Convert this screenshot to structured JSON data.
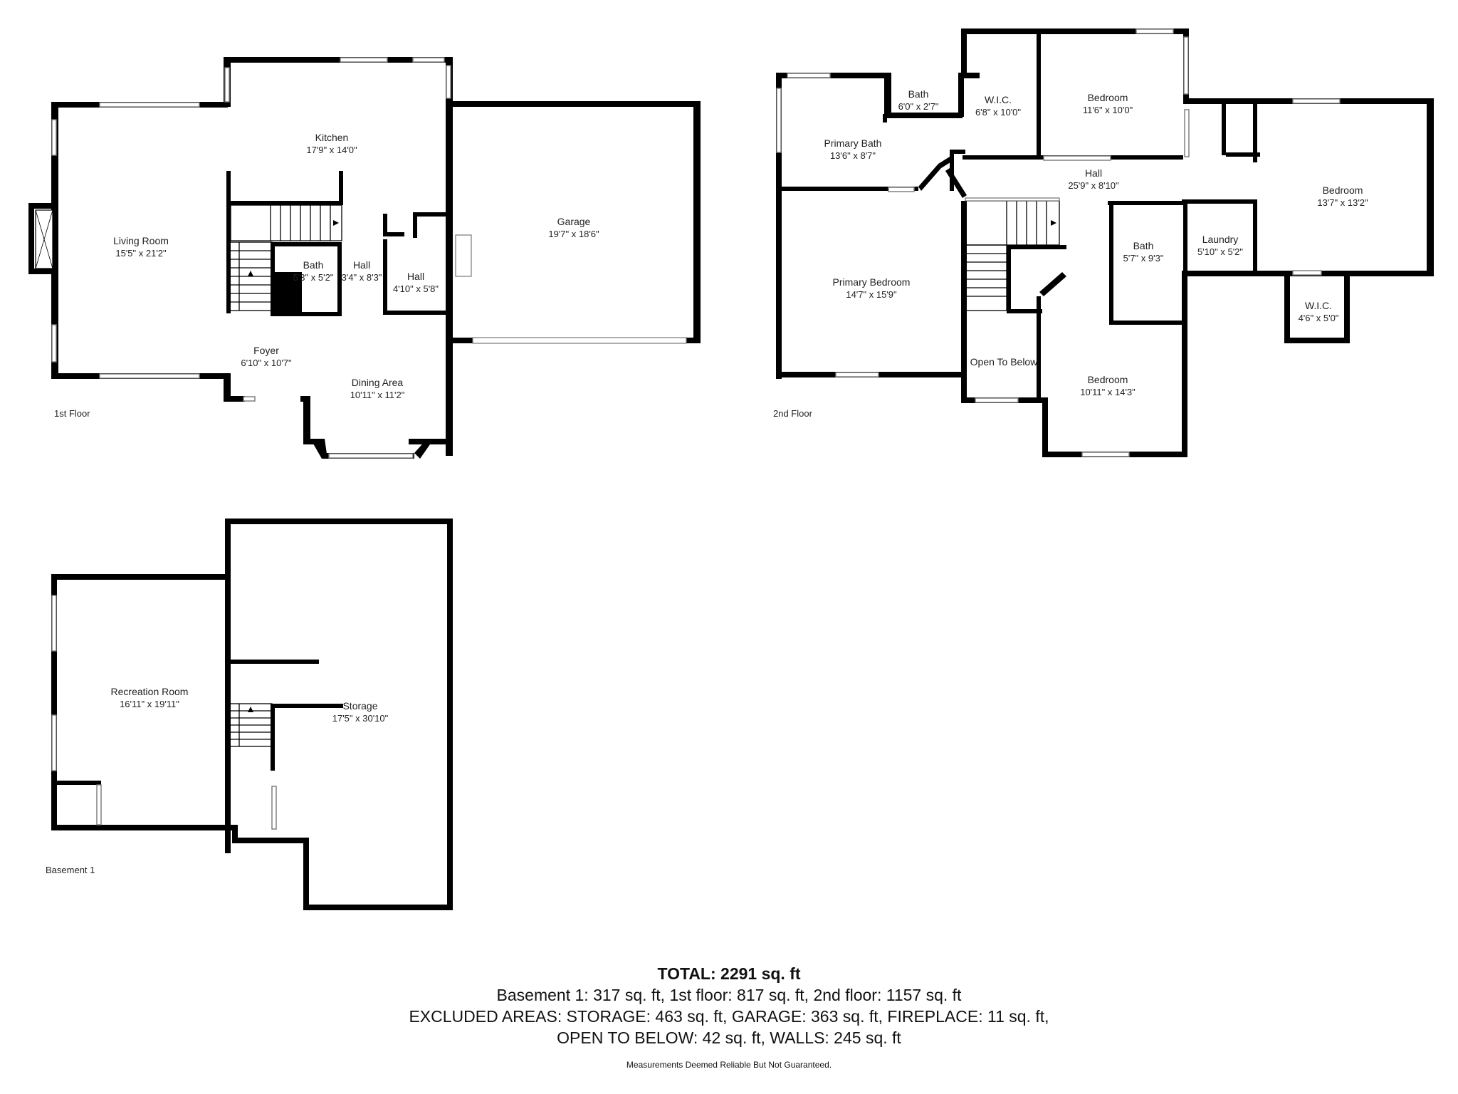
{
  "floors": {
    "first": {
      "label": "1st Floor",
      "rooms": {
        "living_room": {
          "name": "Living Room",
          "dim": "15'5\" x 21'2\""
        },
        "kitchen": {
          "name": "Kitchen",
          "dim": "17'9\" x 14'0\""
        },
        "garage": {
          "name": "Garage",
          "dim": "19'7\" x 18'6\""
        },
        "bath": {
          "name": "Bath",
          "dim": "5'3\" x 5'2\""
        },
        "hall_a": {
          "name": "Hall",
          "dim": "3'4\" x 8'3\""
        },
        "hall_b": {
          "name": "Hall",
          "dim": "4'10\" x 5'8\""
        },
        "foyer": {
          "name": "Foyer",
          "dim": "6'10\" x 10'7\""
        },
        "dining_area": {
          "name": "Dining Area",
          "dim": "10'11\" x 11'2\""
        }
      }
    },
    "second": {
      "label": "2nd Floor",
      "rooms": {
        "bath_small": {
          "name": "Bath",
          "dim": "6'0\" x 2'7\""
        },
        "wic_a": {
          "name": "W.I.C.",
          "dim": "6'8\" x 10'0\""
        },
        "bedroom_a": {
          "name": "Bedroom",
          "dim": "11'6\" x 10'0\""
        },
        "primary_bath": {
          "name": "Primary Bath",
          "dim": "13'6\" x 8'7\""
        },
        "hall": {
          "name": "Hall",
          "dim": "25'9\" x 8'10\""
        },
        "bedroom_b": {
          "name": "Bedroom",
          "dim": "13'7\" x 13'2\""
        },
        "bath": {
          "name": "Bath",
          "dim": "5'7\" x 9'3\""
        },
        "laundry": {
          "name": "Laundry",
          "dim": "5'10\" x 5'2\""
        },
        "primary_bedroom": {
          "name": "Primary Bedroom",
          "dim": "14'7\" x 15'9\""
        },
        "wic_b": {
          "name": "W.I.C.",
          "dim": "4'6\" x 5'0\""
        },
        "open_to_below": {
          "name": "Open To Below"
        },
        "bedroom_c": {
          "name": "Bedroom",
          "dim": "10'11\" x 14'3\""
        }
      }
    },
    "basement": {
      "label": "Basement 1",
      "rooms": {
        "recreation_room": {
          "name": "Recreation Room",
          "dim": "16'11\" x 19'11\""
        },
        "storage": {
          "name": "Storage",
          "dim": "17'5\" x 30'10\""
        }
      }
    }
  },
  "summary": {
    "total": "TOTAL: 2291 sq. ft",
    "line1": "Basement 1: 317 sq. ft, 1st floor: 817 sq. ft, 2nd floor: 1157 sq. ft",
    "line2": "EXCLUDED AREAS: STORAGE: 463 sq. ft, GARAGE: 363 sq. ft, FIREPLACE: 11 sq. ft,",
    "line3": "OPEN TO BELOW: 42 sq. ft, WALLS: 245 sq. ft",
    "disclaimer": "Measurements Deemed Reliable But Not Guaranteed."
  }
}
